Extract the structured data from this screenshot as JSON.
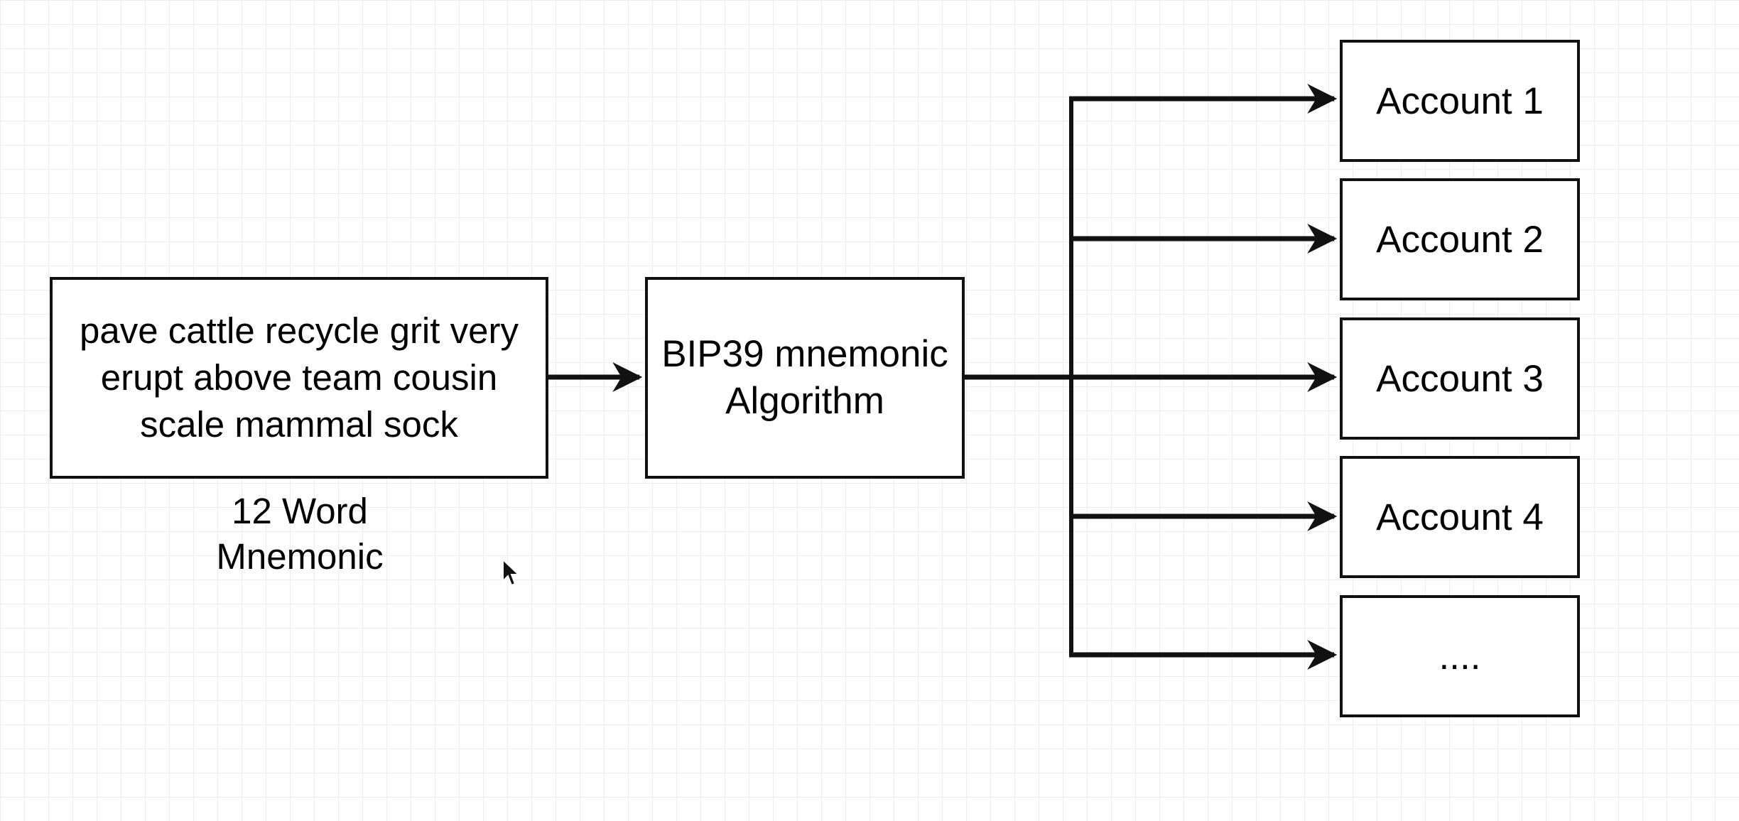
{
  "mnemonic": {
    "lines": [
      "pave cattle recycle grit very",
      "erupt above team cousin",
      "scale mammal sock"
    ]
  },
  "caption": {
    "lines": [
      "12 Word",
      "Mnemonic"
    ]
  },
  "algorithm": {
    "lines": [
      "BIP39 mnemonic",
      "Algorithm"
    ]
  },
  "accounts": [
    {
      "label": "Account 1"
    },
    {
      "label": "Account 2"
    },
    {
      "label": "Account 3"
    },
    {
      "label": "Account 4"
    },
    {
      "label": "...."
    }
  ],
  "icons": {
    "cursor": "mouse-pointer-icon",
    "arrowhead": "arrowhead-icon"
  },
  "colors": {
    "stroke": "#111111",
    "grid": "#ededed",
    "background": "#ffffff"
  }
}
